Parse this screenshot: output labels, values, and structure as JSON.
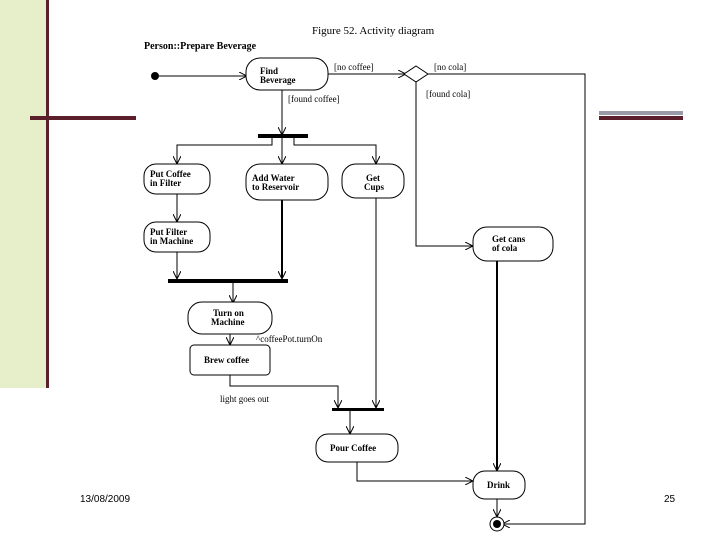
{
  "footer": {
    "date": "13/08/2009",
    "page": "25"
  },
  "figure": {
    "caption": "Figure 52.  Activity diagram",
    "title": "Person::Prepare Beverage",
    "activities": {
      "find_beverage": [
        "Find",
        "Beverage"
      ],
      "put_coffee": [
        "Put Coffee",
        "in Filter"
      ],
      "add_water": [
        "Add Water",
        "to Reservoir"
      ],
      "get_cups": [
        "Get",
        "Cups"
      ],
      "put_filter": [
        "Put Filter",
        "in Machine"
      ],
      "get_cola": [
        "Get cans",
        "of cola"
      ],
      "turn_on": [
        "Turn on",
        "Machine"
      ],
      "brew_coffee": "Brew coffee",
      "pour_coffee": "Pour Coffee",
      "drink": "Drink"
    },
    "guards": {
      "no_coffee": "[no coffee]",
      "no_cola": "[no cola]",
      "found_coffee": "[found coffee]",
      "found_cola": "[found cola]"
    },
    "events": {
      "coffee_pot_on": "^coffeePot.turnOn",
      "light_goes_out": "light goes out"
    }
  }
}
